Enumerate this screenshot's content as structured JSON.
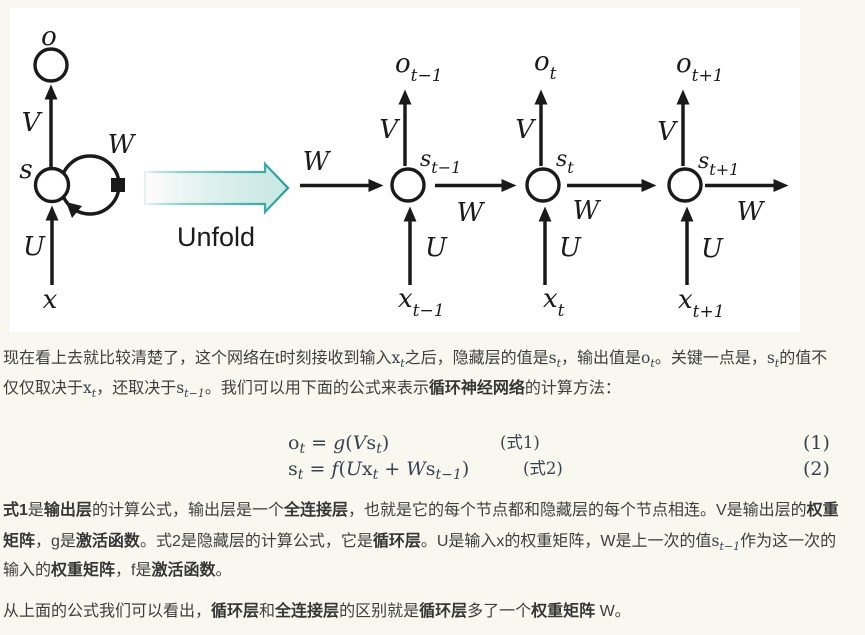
{
  "colors": {
    "page_background": "#F8F8F1",
    "panel_background": "#FFFFFF",
    "text": "#3E3E3E",
    "math": "#39424E",
    "diagram_ink": "#1a1a1a",
    "unfold_teal_border": "#22A099",
    "unfold_teal_fill": "#C6E7E3"
  },
  "diagram": {
    "folded": {
      "o": "o",
      "s": "s",
      "x": "x",
      "V": "V",
      "U": "U",
      "W": "W"
    },
    "unfold": "Unfold",
    "cells": [
      {
        "o": "o",
        "o_sub": "t−1",
        "s": "s",
        "s_sub": "t−1",
        "x": "x",
        "x_sub": "t−1",
        "V": "V",
        "U": "U",
        "W": "W"
      },
      {
        "o": "o",
        "o_sub": "t",
        "s": "s",
        "s_sub": "t",
        "x": "x",
        "x_sub": "t",
        "V": "V",
        "U": "U",
        "W": "W"
      },
      {
        "o": "o",
        "o_sub": "t+1",
        "s": "s",
        "s_sub": "t+1",
        "x": "x",
        "x_sub": "t+1",
        "V": "V",
        "U": "U",
        "W": "W"
      }
    ],
    "out_W": "W"
  },
  "content": {
    "paragraphs": [
      {
        "lines": [
          [
            {
              "t": "现在看上去就比较清楚了，这个网络在t时刻接收到输入"
            },
            {
              "m": {
                "b": "x",
                "s": "t"
              }
            },
            {
              "t": "之后，隐藏层的值是"
            },
            {
              "m": {
                "b": "s",
                "s": "t"
              }
            },
            {
              "t": "，输出值是"
            },
            {
              "m": {
                "b": "o",
                "s": "t"
              }
            },
            {
              "t": "。关键一点是，"
            },
            {
              "m": {
                "b": "s",
                "s": "t"
              }
            },
            {
              "t": "的值不"
            }
          ],
          [
            {
              "t": "仅仅取决于"
            },
            {
              "m": {
                "b": "x",
                "s": "t"
              }
            },
            {
              "t": "，还取决于"
            },
            {
              "m": {
                "b": "s",
                "s": "t−1"
              }
            },
            {
              "t": "。我们可以用下面的公式来表示"
            },
            {
              "b": "循环神经网络"
            },
            {
              "t": "的计算方法："
            }
          ]
        ]
      },
      {
        "lines": [
          [
            {
              "b": "式1"
            },
            {
              "t": "是"
            },
            {
              "b": "输出层"
            },
            {
              "t": "的计算公式，输出层是一个"
            },
            {
              "b": "全连接层"
            },
            {
              "t": "，也就是它的每个节点都和隐藏层的每个节点相连。V是输出层的"
            },
            {
              "b": "权重"
            }
          ],
          [
            {
              "b": "矩阵"
            },
            {
              "t": "，g是"
            },
            {
              "b": "激活函数"
            },
            {
              "t": "。式2是隐藏层的计算公式，它是"
            },
            {
              "b": "循环层"
            },
            {
              "t": "。U是输入x的权重矩阵，W是上一次的值"
            },
            {
              "m": {
                "b": "s",
                "s": "t−1"
              }
            },
            {
              "t": "作为这一次的"
            }
          ],
          [
            {
              "t": "输入的"
            },
            {
              "b": "权重矩阵"
            },
            {
              "t": "，f是"
            },
            {
              "b": "激活函数"
            },
            {
              "t": "。"
            }
          ]
        ]
      },
      {
        "lines": [
          [
            {
              "t": "从上面的公式我们可以看出，"
            },
            {
              "b": "循环层"
            },
            {
              "t": "和"
            },
            {
              "b": "全连接层"
            },
            {
              "t": "的区别就是"
            },
            {
              "b": "循环层"
            },
            {
              "t": "多了一个"
            },
            {
              "b": "权重矩阵"
            },
            {
              "t": " W。"
            }
          ]
        ]
      }
    ],
    "equations": {
      "rows": [
        {
          "formula": [
            {
              "rm": "o"
            },
            {
              "sub": "t"
            },
            {
              "op": " = "
            },
            {
              "it": "g"
            },
            {
              "op": "("
            },
            {
              "it": "V"
            },
            {
              "rm": "s"
            },
            {
              "sub": "t"
            },
            {
              "op": ")"
            }
          ],
          "tag": "(式1)",
          "number": "(1)"
        },
        {
          "formula": [
            {
              "rm": "s"
            },
            {
              "sub": "t"
            },
            {
              "op": " = "
            },
            {
              "it": "f"
            },
            {
              "op": "("
            },
            {
              "it": "U"
            },
            {
              "rm": "x"
            },
            {
              "sub": "t"
            },
            {
              "op": " + "
            },
            {
              "it": "W"
            },
            {
              "rm": "s"
            },
            {
              "sub": "t−1"
            },
            {
              "op": ")"
            }
          ],
          "tag": "(式2)",
          "number": "(2)"
        }
      ]
    }
  }
}
